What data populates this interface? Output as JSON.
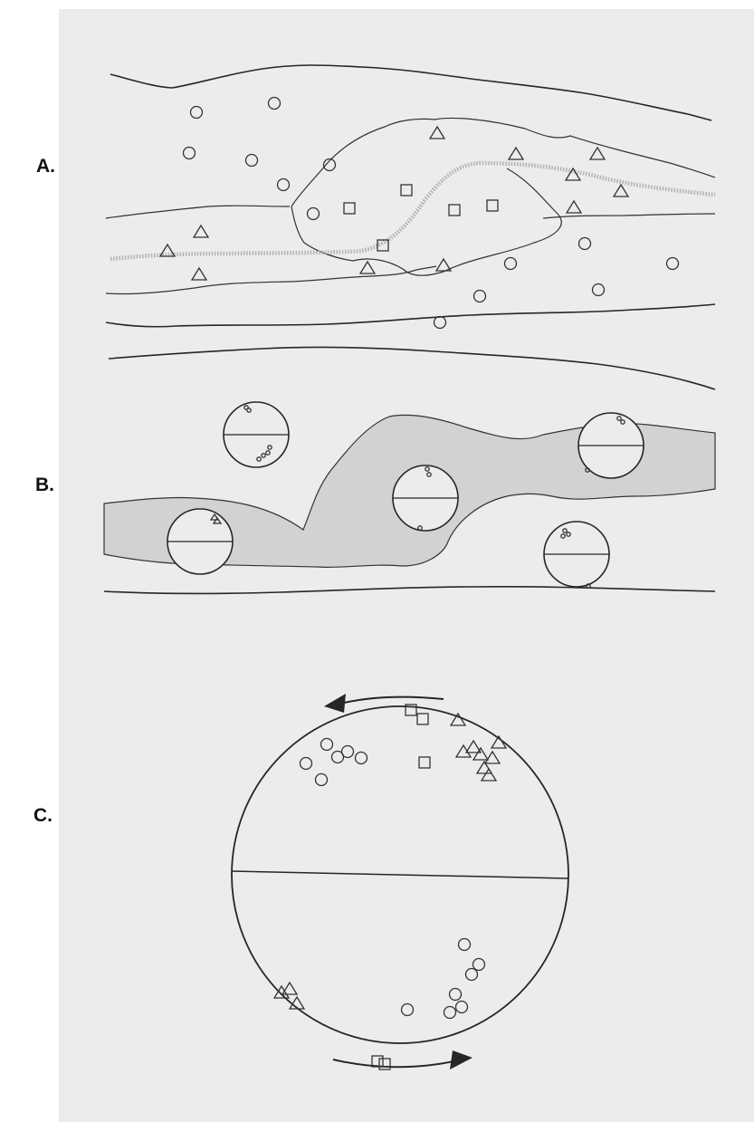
{
  "labels": {
    "a": "A.",
    "b": "B.",
    "c": "C."
  },
  "colors": {
    "paper": "#ececec",
    "ink": "#262626",
    "stipple": "#d2d2d2",
    "background": "#ffffff"
  },
  "symbols": [
    "circle",
    "square",
    "triangle"
  ]
}
